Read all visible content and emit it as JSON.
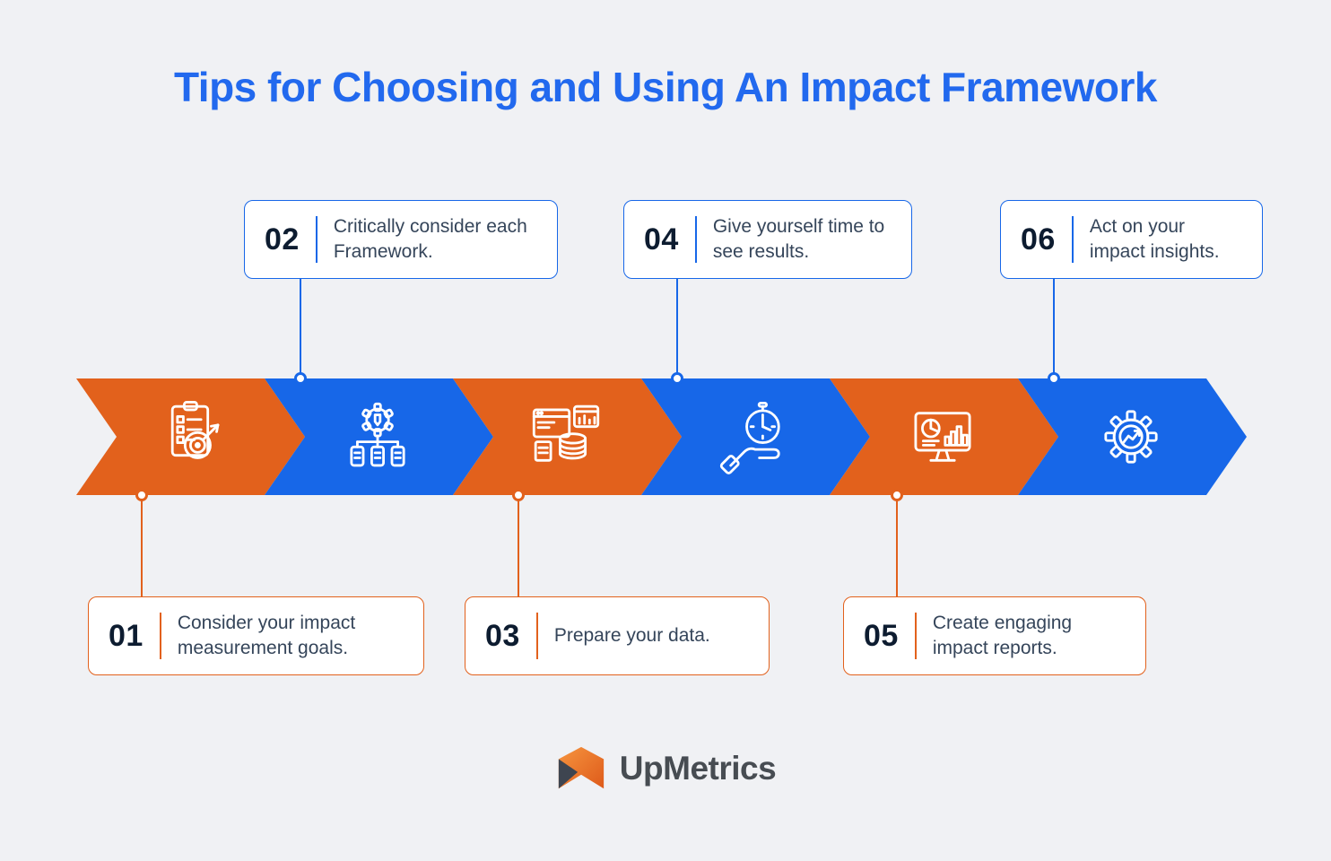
{
  "title": "Tips for Choosing and Using An Impact Framework",
  "colors": {
    "orange": "#E2611C",
    "blue": "#1767E8",
    "title": "#2269EE",
    "bg": "#F0F1F4",
    "dark": "#0D1C30",
    "text": "#35455A"
  },
  "steps": [
    {
      "number": "01",
      "label": "Consider your impact measurement goals.",
      "color": "orange",
      "icon": "clipboard-goals-icon"
    },
    {
      "number": "02",
      "label": "Critically consider each Framework.",
      "color": "blue",
      "icon": "gear-framework-icon"
    },
    {
      "number": "03",
      "label": "Prepare your data.",
      "color": "orange",
      "icon": "data-prep-icon"
    },
    {
      "number": "04",
      "label": "Give yourself time to see results.",
      "color": "blue",
      "icon": "hand-clock-icon"
    },
    {
      "number": "05",
      "label": "Create engaging impact reports.",
      "color": "orange",
      "icon": "monitor-report-icon"
    },
    {
      "number": "06",
      "label": "Act on your impact insights.",
      "color": "blue",
      "icon": "gear-insights-icon"
    }
  ],
  "footer": {
    "brand": "UpMetrics"
  }
}
